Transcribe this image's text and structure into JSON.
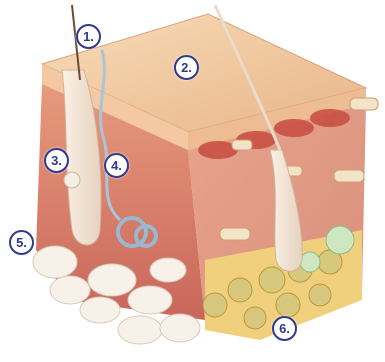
{
  "labels": [
    "1.",
    "2.",
    "3.",
    "4.",
    "5.",
    "6."
  ],
  "colors": {
    "label_ring": "#2f3a8f",
    "epidermis": "#efc196",
    "dermis": "#d97a66",
    "fat": "#f0d07c",
    "fat_node": "#cfe7c0",
    "vessel": "#c74a3a"
  }
}
